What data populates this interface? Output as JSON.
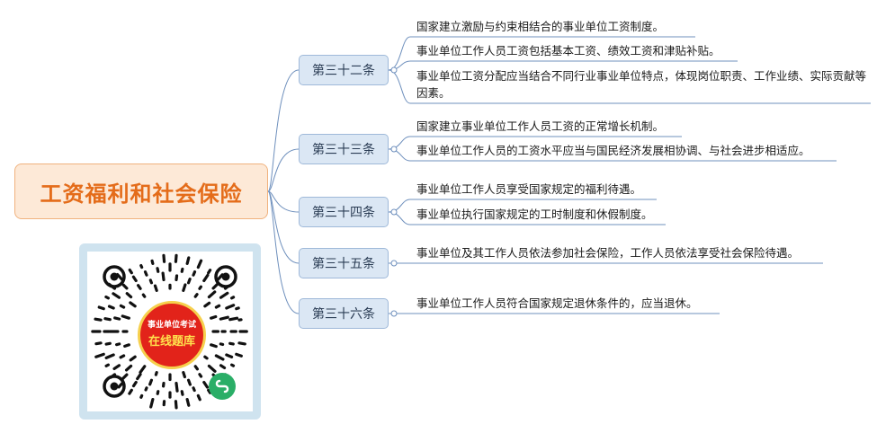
{
  "root": {
    "label": "工资福利和社会保险"
  },
  "branches": [
    {
      "label": "第三十二条",
      "items": [
        "国家建立激励与约束相结合的事业单位工资制度。",
        "事业单位工作人员工资包括基本工资、绩效工资和津贴补贴。",
        "事业单位工资分配应当结合不同行业事业单位特点，体现岗位职责、工作业绩、实际贡献等因素。"
      ]
    },
    {
      "label": "第三十三条",
      "items": [
        "国家建立事业单位工作人员工资的正常增长机制。",
        "事业单位工作人员的工资水平应当与国民经济发展相协调、与社会进步相适应。"
      ]
    },
    {
      "label": "第三十四条",
      "items": [
        "事业单位工作人员享受国家规定的福利待遇。",
        "事业单位执行国家规定的工时制度和休假制度。"
      ]
    },
    {
      "label": "第三十五条",
      "items": [
        "事业单位及其工作人员依法参加社会保险，工作人员依法享受社会保险待遇。"
      ]
    },
    {
      "label": "第三十六条",
      "items": [
        "事业单位工作人员符合国家规定退休条件的，应当退休。"
      ]
    }
  ],
  "qr": {
    "line1": "事业单位考试",
    "line2": "在线题库"
  },
  "colors": {
    "root_text": "#e46c1a",
    "root_bg": "#fde9d7",
    "node_bg": "#dbe7f4",
    "line": "#6f90bd",
    "qr_center": "#e2231a"
  }
}
